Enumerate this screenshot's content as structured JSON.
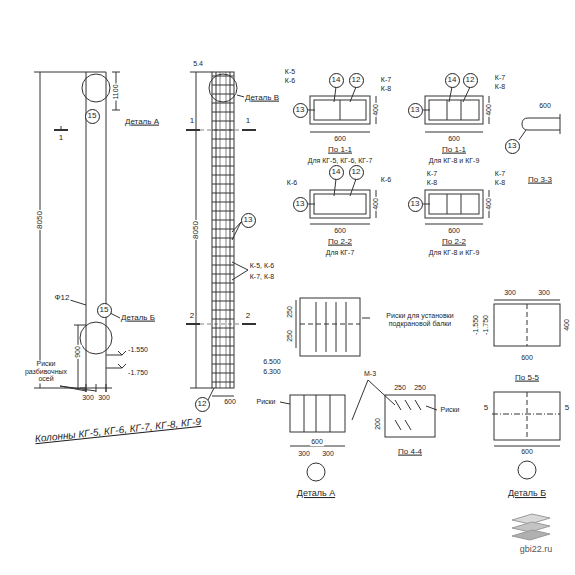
{
  "diagram": {
    "title": "Колонны КГ-5, КГ-6, КГ-7, КГ-8, КГ-9",
    "nodes": [
      {
        "text": [
          "15"
        ]
      },
      {
        "text": [
          "15"
        ]
      },
      {
        "text": [
          "13"
        ]
      },
      {
        "text": [
          "12"
        ]
      },
      {
        "text": [
          "14"
        ]
      },
      {
        "text": [
          "12"
        ]
      },
      {
        "text": [
          "13"
        ]
      },
      {
        "text": [
          "14"
        ]
      },
      {
        "text": [
          "12"
        ]
      },
      {
        "text": [
          "13"
        ]
      },
      {
        "text": [
          "14"
        ]
      },
      {
        "text": [
          "12"
        ]
      },
      {
        "text": [
          "13"
        ]
      },
      {
        "text": [
          "13"
        ]
      },
      {
        "text": [
          "13"
        ]
      }
    ],
    "labels": [
      "1100",
      "Деталь А",
      "8050",
      "1",
      "Ф12",
      "Деталь Б",
      "900",
      "-1.550",
      "-1.750",
      "Риски разбивочных осей",
      "300",
      "300",
      "5.4",
      "Деталь В",
      "1",
      "1",
      "8050",
      "К-5, К-6",
      "К-7, К-8",
      "2",
      "2",
      "600",
      "К-5",
      "К-6",
      "К-7",
      "К-8",
      "400",
      "600",
      "По 1-1",
      "Для КГ-5, КГ-6, КГ-7",
      "К-7",
      "К-8",
      "400",
      "600",
      "По 1-1",
      "Для КГ-8 и КГ-9",
      "К-6",
      "К-6",
      "400",
      "600",
      "По 2-2",
      "Для КГ-7",
      "К-7",
      "К-8",
      "К-7",
      "К-8",
      "400",
      "600",
      "По 2-2",
      "Для КГ-8 и КГ-9",
      "600",
      "По 3-3",
      "250",
      "250",
      "Риски для установки подкрановой балки",
      "6.500",
      "6.300",
      "М-3",
      "250",
      "250",
      "Риски",
      "Риски",
      "300",
      "300",
      "600",
      "Деталь А",
      "200",
      "По 4-4",
      "300",
      "300",
      "600",
      "400",
      "-1.550",
      "-1.750",
      "По 5-5",
      "5",
      "5",
      "600",
      "Деталь Б",
      "gbi22.ru"
    ]
  }
}
